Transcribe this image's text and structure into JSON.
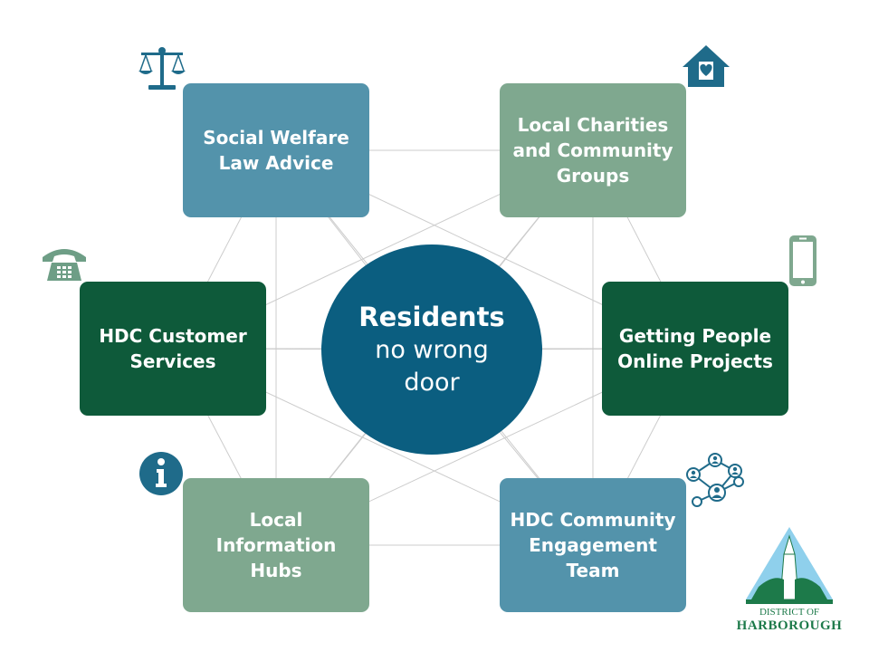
{
  "colors": {
    "blue": "#5393ab",
    "sage": "#7fa88f",
    "dark_green": "#0e5a3a",
    "center": "#0b5e80",
    "line": "#cccccc",
    "icon_blue": "#1f6b8a",
    "icon_green": "#6e9e86"
  },
  "center": {
    "line1": "Residents",
    "line2": "no wrong",
    "line3": "door"
  },
  "boxes": {
    "social_welfare": {
      "line1": "Social Welfare",
      "line2": "Law Advice",
      "icon": "scales-icon"
    },
    "local_charities": {
      "line1": "Local Charities",
      "line2": "and Community",
      "line3": "Groups",
      "icon": "house-heart-icon"
    },
    "hdc_customer": {
      "line1": "HDC Customer",
      "line2": "Services",
      "icon": "telephone-icon"
    },
    "getting_online": {
      "line1": "Getting People",
      "line2": "Online Projects",
      "icon": "smartphone-icon"
    },
    "info_hubs": {
      "line1": "Local",
      "line2": "Information",
      "line3": "Hubs",
      "icon": "info-icon"
    },
    "community_engagement": {
      "line1": "HDC Community",
      "line2": "Engagement",
      "line3": "Team",
      "icon": "network-people-icon"
    }
  },
  "logo": {
    "line1": "DISTRICT OF",
    "line2": "HARBOROUGH"
  }
}
